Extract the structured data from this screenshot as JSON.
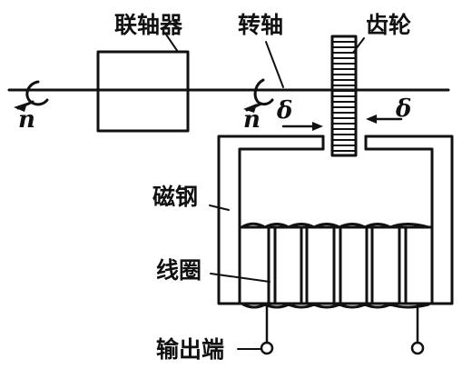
{
  "labels": {
    "coupling": "联轴器",
    "shaft": "转轴",
    "gear": "齿轮",
    "magnet": "磁钢",
    "coil": "线圈",
    "output": "输出端"
  },
  "symbols": {
    "rotation_left": "n",
    "rotation_right": "n",
    "gap_left": "δ",
    "gap_right": "δ"
  },
  "colors": {
    "ink": "#111111",
    "background": "#ffffff"
  }
}
